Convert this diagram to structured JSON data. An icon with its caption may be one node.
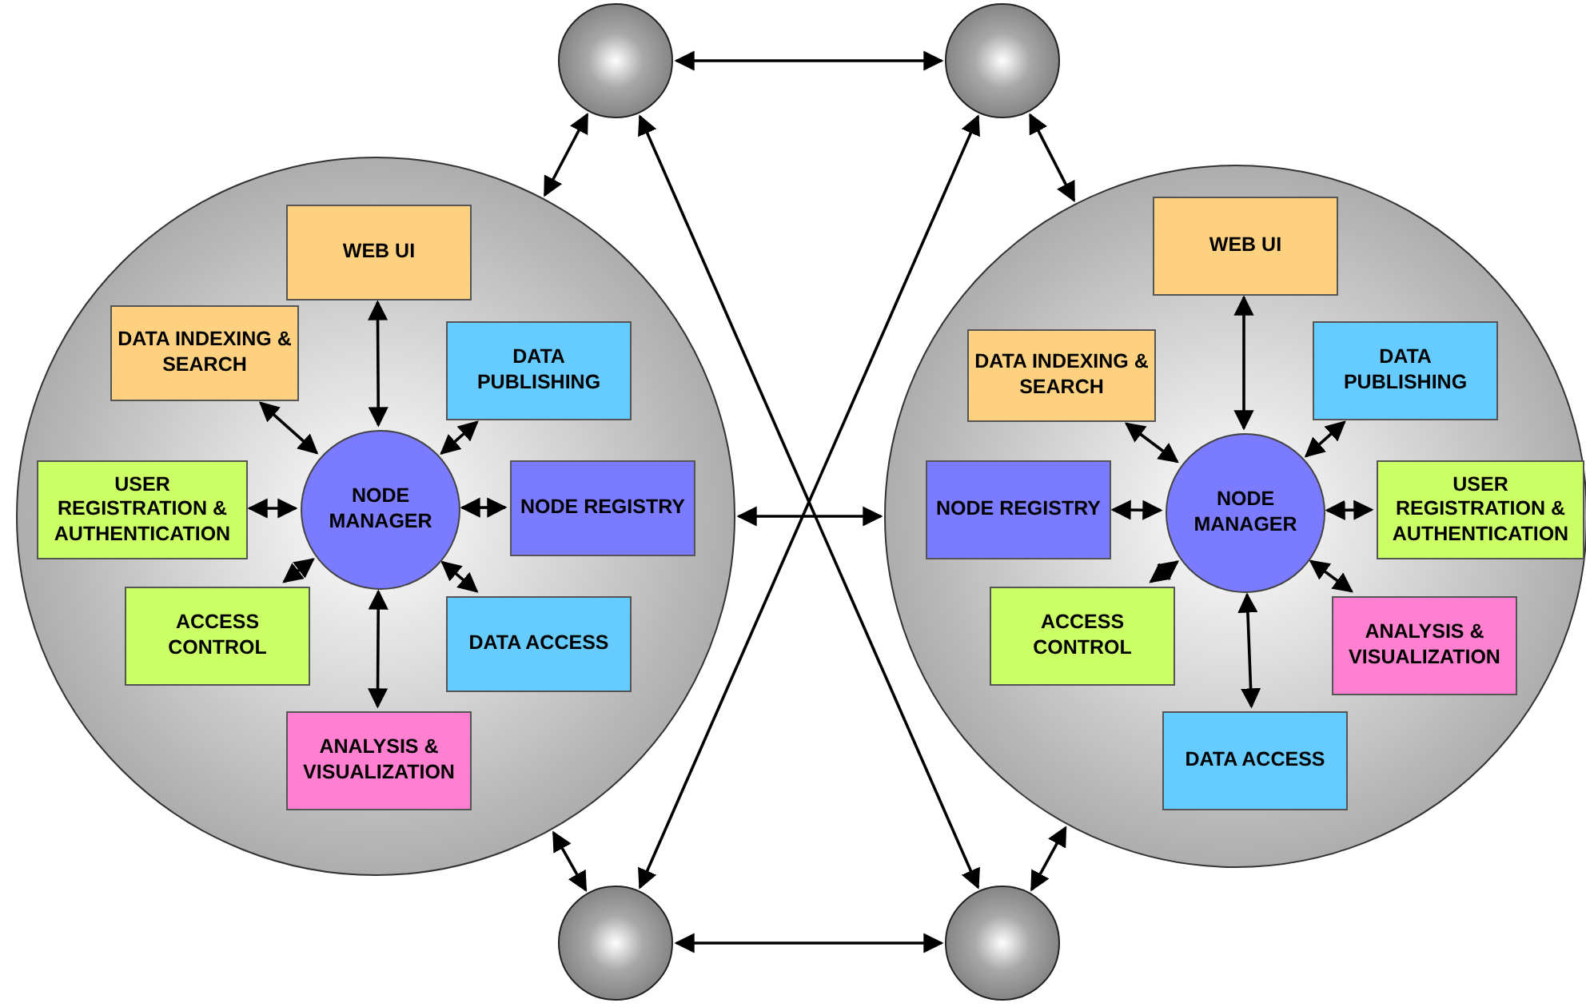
{
  "diagram": {
    "nodes": [
      {
        "text": [],
        "shape": "circle"
      },
      {
        "text": [
          "WEB UI"
        ],
        "in": 0
      },
      {
        "text": [
          "DATA INDEXING & SEARCH"
        ],
        "in": 0
      },
      {
        "text": [
          "DATA PUBLISHING"
        ],
        "in": 0
      },
      {
        "text": [
          "USER REGISTRATION & AUTHENTICATION"
        ],
        "in": 0
      },
      {
        "text": [
          "NODE MANAGER"
        ],
        "in": 0
      },
      {
        "text": [
          "NODE REGISTRY"
        ],
        "in": 0
      },
      {
        "text": [
          "ACCESS CONTROL"
        ],
        "in": 0
      },
      {
        "text": [
          "DATA ACCESS"
        ],
        "in": 0
      },
      {
        "text": [
          "ANALYSIS & VISUALIZATION"
        ],
        "in": 0
      },
      {
        "text": [],
        "shape": "circle"
      },
      {
        "text": [
          "WEB UI"
        ],
        "in": 10
      },
      {
        "text": [
          "DATA INDEXING & SEARCH"
        ],
        "in": 10
      },
      {
        "text": [
          "DATA PUBLISHING"
        ],
        "in": 10
      },
      {
        "text": [
          "NODE REGISTRY"
        ],
        "in": 10
      },
      {
        "text": [
          "NODE MANAGER"
        ],
        "in": 10
      },
      {
        "text": [
          "USER REGISTRATION & AUTHENTICATION"
        ],
        "in": 10
      },
      {
        "text": [
          "ACCESS CONTROL"
        ],
        "in": 10
      },
      {
        "text": [
          "ANALYSIS & VISUALIZATION"
        ],
        "in": 10
      },
      {
        "text": [
          "DATA ACCESS"
        ],
        "in": 10
      },
      {
        "text": [],
        "shape": "circle"
      },
      {
        "text": [],
        "shape": "circle"
      },
      {
        "text": [],
        "shape": "circle"
      },
      {
        "text": [],
        "shape": "circle"
      }
    ],
    "edges": [
      {
        "from": 1,
        "to": 5,
        "arrow": "both"
      },
      {
        "from": 2,
        "to": 5,
        "arrow": "both"
      },
      {
        "from": 5,
        "to": 3,
        "arrow": "both"
      },
      {
        "from": 4,
        "to": 5,
        "arrow": "both"
      },
      {
        "from": 5,
        "to": 6,
        "arrow": "both"
      },
      {
        "from": 7,
        "to": 5,
        "arrow": "both"
      },
      {
        "from": 5,
        "to": 8,
        "arrow": "both"
      },
      {
        "from": 9,
        "to": 5,
        "arrow": "both"
      },
      {
        "from": 11,
        "to": 15,
        "arrow": "both"
      },
      {
        "from": 12,
        "to": 15,
        "arrow": "both"
      },
      {
        "from": 14,
        "to": 15,
        "arrow": "both"
      },
      {
        "from": 15,
        "to": 13,
        "arrow": "both"
      },
      {
        "from": 15,
        "to": 16,
        "arrow": "both"
      },
      {
        "from": 17,
        "to": 15,
        "arrow": "both"
      },
      {
        "from": 15,
        "to": 18,
        "arrow": "both"
      },
      {
        "from": 19,
        "to": 15,
        "arrow": "both"
      },
      {
        "from": 0,
        "to": 10,
        "arrow": "both"
      },
      {
        "from": 20,
        "to": 21,
        "arrow": "both"
      },
      {
        "from": 22,
        "to": 23,
        "arrow": "both"
      },
      {
        "from": 20,
        "to": 0,
        "arrow": "both"
      },
      {
        "from": 21,
        "to": 10,
        "arrow": "both"
      },
      {
        "from": 22,
        "to": 0,
        "arrow": "both"
      },
      {
        "from": 23,
        "to": 10,
        "arrow": "both"
      },
      {
        "from": 20,
        "to": 23,
        "arrow": "both"
      },
      {
        "from": 21,
        "to": 22,
        "arrow": "both"
      }
    ]
  }
}
